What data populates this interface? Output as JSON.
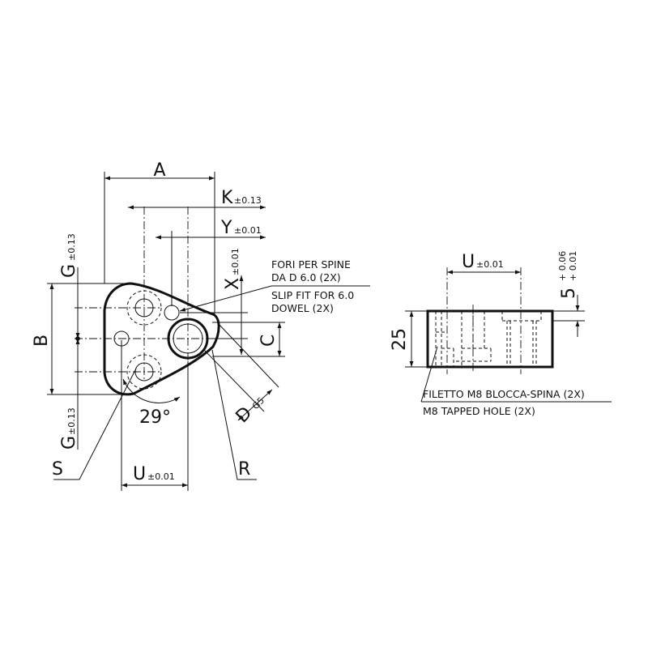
{
  "labels": {
    "A": "A",
    "K": "K",
    "K_tol": "±0.13",
    "Y": "Y",
    "Y_tol": "±0.01",
    "X": "X",
    "X_tol": "±0.01",
    "G_top": "G",
    "G_top_tol": "±0.13",
    "G_bottom": "G",
    "G_bottom_tol": "±0.13",
    "B": "B",
    "C": "C",
    "D": "D",
    "D_tol": "G5",
    "angle": "29°",
    "S": "S",
    "R": "R",
    "U_front": "U",
    "U_front_tol": "±0.01",
    "U_side": "U",
    "U_side_tol": "±0.01",
    "thickness": "25",
    "depth": "5",
    "depth_tol_upper": "+ 0.06",
    "depth_tol_lower": "+ 0.01"
  },
  "notes": {
    "dowel_it_1": "FORI PER SPINE",
    "dowel_it_2": "DA D 6.0 (2X)",
    "dowel_en_1": "SLIP FIT FOR 6.0",
    "dowel_en_2": "DOWEL (2X)",
    "tapped_it": "FILETTO M8 BLOCCA-SPINA (2X)",
    "tapped_en": "M8 TAPPED HOLE (2X)"
  }
}
